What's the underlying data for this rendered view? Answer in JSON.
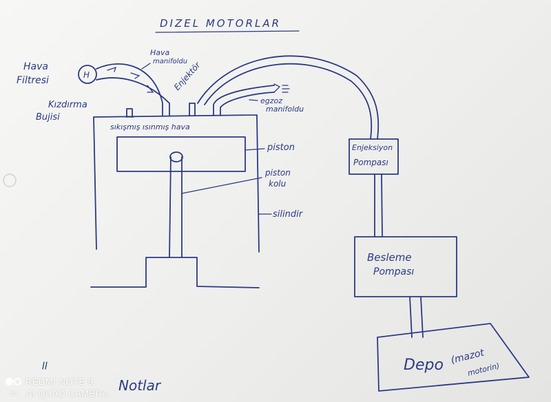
{
  "title": "DIZEL MOTORLAR",
  "labels": {
    "hava_filtresi_1": "Hava",
    "hava_filtresi_2": "Filtresi",
    "filter_letter": "H",
    "hava_manifoldu_1": "Hava",
    "hava_manifoldu_2": "manifoldu",
    "enjektor": "Enjektör",
    "kizdirma_1": "Kızdırma",
    "kizdirma_2": "Bujisi",
    "egzoz_1": "egzoz",
    "egzoz_2": "manifoldu",
    "chamber_text": "sıkışmış ısınmış hava",
    "piston": "piston",
    "piston_kolu_1": "piston",
    "piston_kolu_2": "kolu",
    "silindir": "silindir",
    "enjeksiyon_1": "Enjeksiyon",
    "enjeksiyon_2": "Pompası",
    "besleme_1": "Besleme",
    "besleme_2": "Pompası",
    "depo": "Depo",
    "depo_note_1": "(mazot",
    "depo_note_2": "motorin)",
    "bottom_note": "Notlar"
  },
  "watermark": {
    "line1": "REDMI NOTE 9",
    "line2": "AI QUAD CAMERA"
  },
  "colors": {
    "ink": "#2b3a86",
    "paper": "#f4f4f2",
    "watermark": "#ffffff"
  }
}
